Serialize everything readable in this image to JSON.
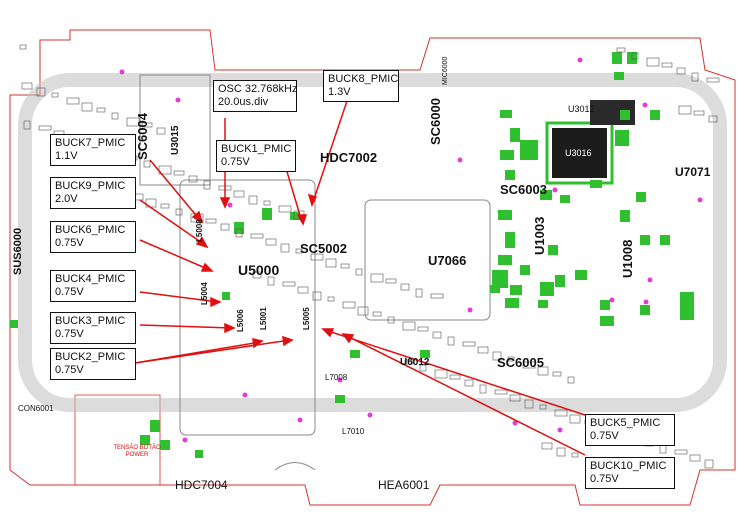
{
  "callouts": {
    "buck8": {
      "title": "BUCK8_PMIC",
      "voltage": "1.3V"
    },
    "osc": {
      "title": "OSC 32.768kHz",
      "voltage": "20.0us.div"
    },
    "buck7": {
      "title": "BUCK7_PMIC",
      "voltage": "1.1V"
    },
    "buck1": {
      "title": "BUCK1_PMIC",
      "voltage": "0.75V"
    },
    "buck9": {
      "title": "BUCK9_PMIC",
      "voltage": "2.0V"
    },
    "buck6": {
      "title": "BUCK6_PMIC",
      "voltage": "0.75V"
    },
    "buck4": {
      "title": "BUCK4_PMIC",
      "voltage": "0.75V"
    },
    "buck3": {
      "title": "BUCK3_PMIC",
      "voltage": "0.75V"
    },
    "buck2": {
      "title": "BUCK2_PMIC",
      "voltage": "0.75V"
    },
    "buck5": {
      "title": "BUCK5_PMIC",
      "voltage": "0.75V"
    },
    "buck10": {
      "title": "BUCK10_PMIC",
      "voltage": "0.75V"
    }
  },
  "components": {
    "hdc7002": "HDC7002",
    "u5000": "U5000",
    "u7066": "U7066",
    "sc5002": "SC5002",
    "sc6003": "SC6003",
    "sc6005": "SC6005",
    "sc6004": "SC6004",
    "sc6000": "SC6000",
    "u3015": "U3015",
    "u3016": "U3016",
    "u3012": "U3012",
    "u1003": "U1003",
    "u1008": "U1008",
    "u7071": "U7071",
    "u6012": "U6012",
    "sus6000": "SUS6000",
    "con6001": "CON6001",
    "hdc7004": "HDC7004",
    "hea6001": "HEA6001",
    "mic6000": "MIC6000",
    "l7008": "L7008",
    "l7010": "L7010",
    "l5008": "L5008",
    "l5006": "L5006",
    "l5005": "L5005",
    "l5004": "L5004",
    "l5001": "L5001"
  },
  "tension_label": "TENSÃO BOTÃO POWER",
  "colors": {
    "board": "#ffffff",
    "outline_red": "#d0342c",
    "component_green": "#2fbf2f",
    "arrow_red": "#e01010",
    "watermark": "#bfbfbf"
  }
}
